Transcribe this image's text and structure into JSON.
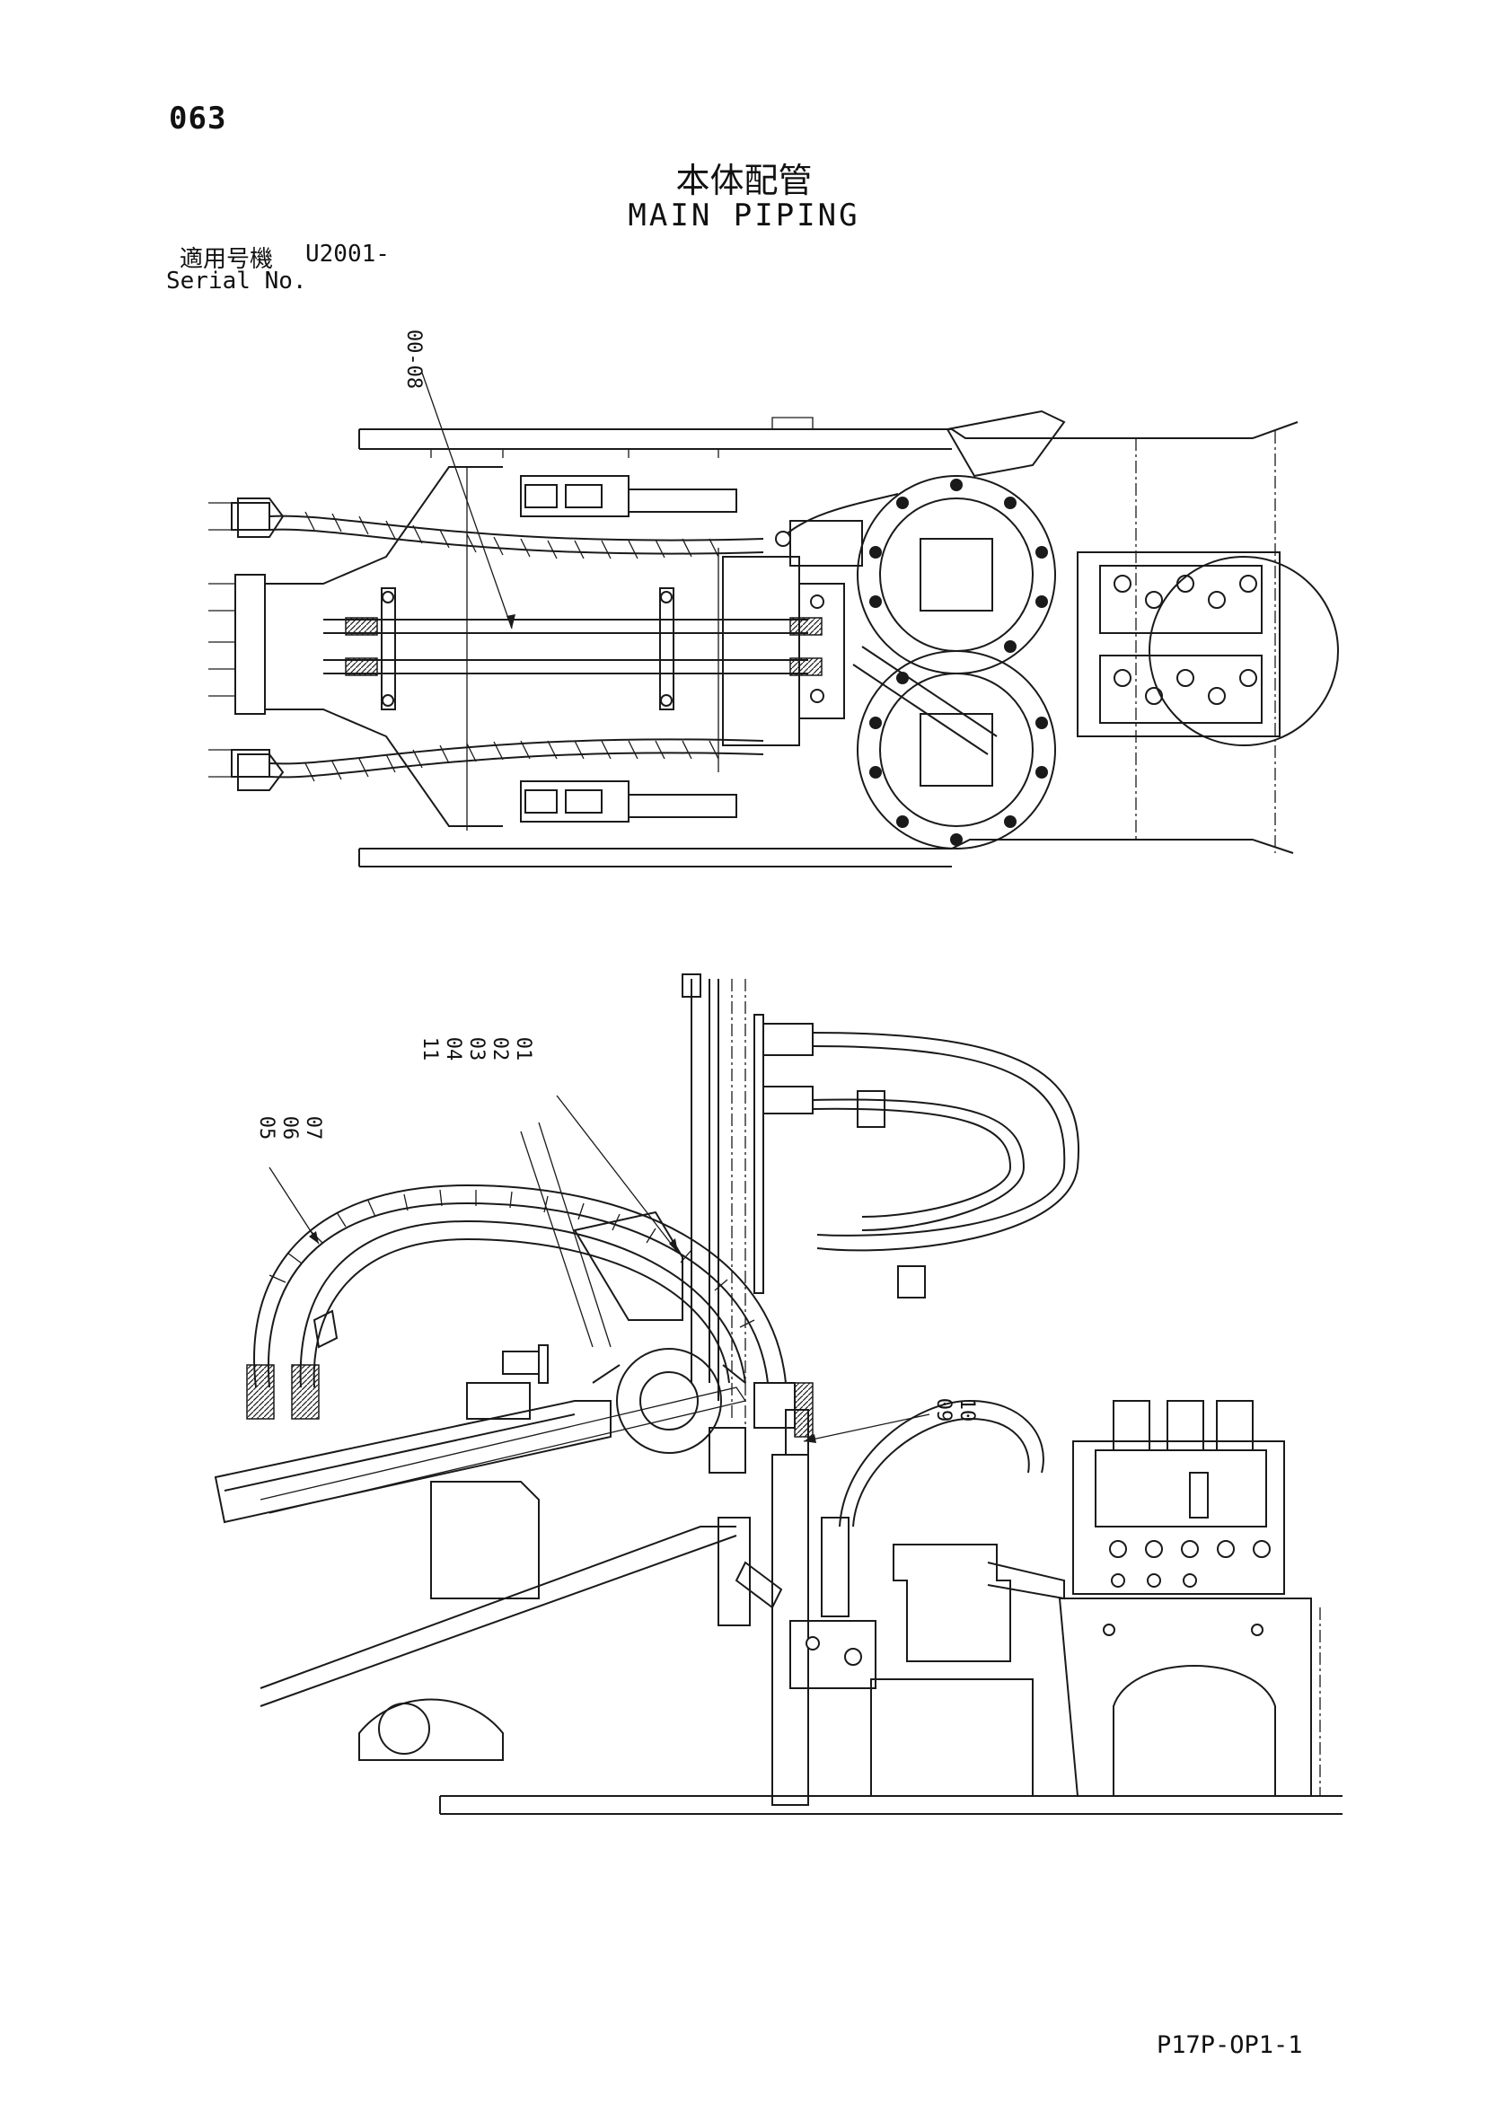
{
  "page": {
    "number": "063",
    "title_jp": "本体配管",
    "title_en": "MAIN PIPING",
    "serial_label_jp": "適用号機",
    "serial_label_en": "Serial No.",
    "serial_value": "U2001-",
    "drawing_code": "P17P-OP1-1"
  },
  "callouts": {
    "top_view": "00-08",
    "side_a": [
      "11",
      "04",
      "03",
      "02",
      "01"
    ],
    "side_b": [
      "05",
      "06",
      "07"
    ],
    "side_c": [
      "09",
      "10"
    ]
  }
}
